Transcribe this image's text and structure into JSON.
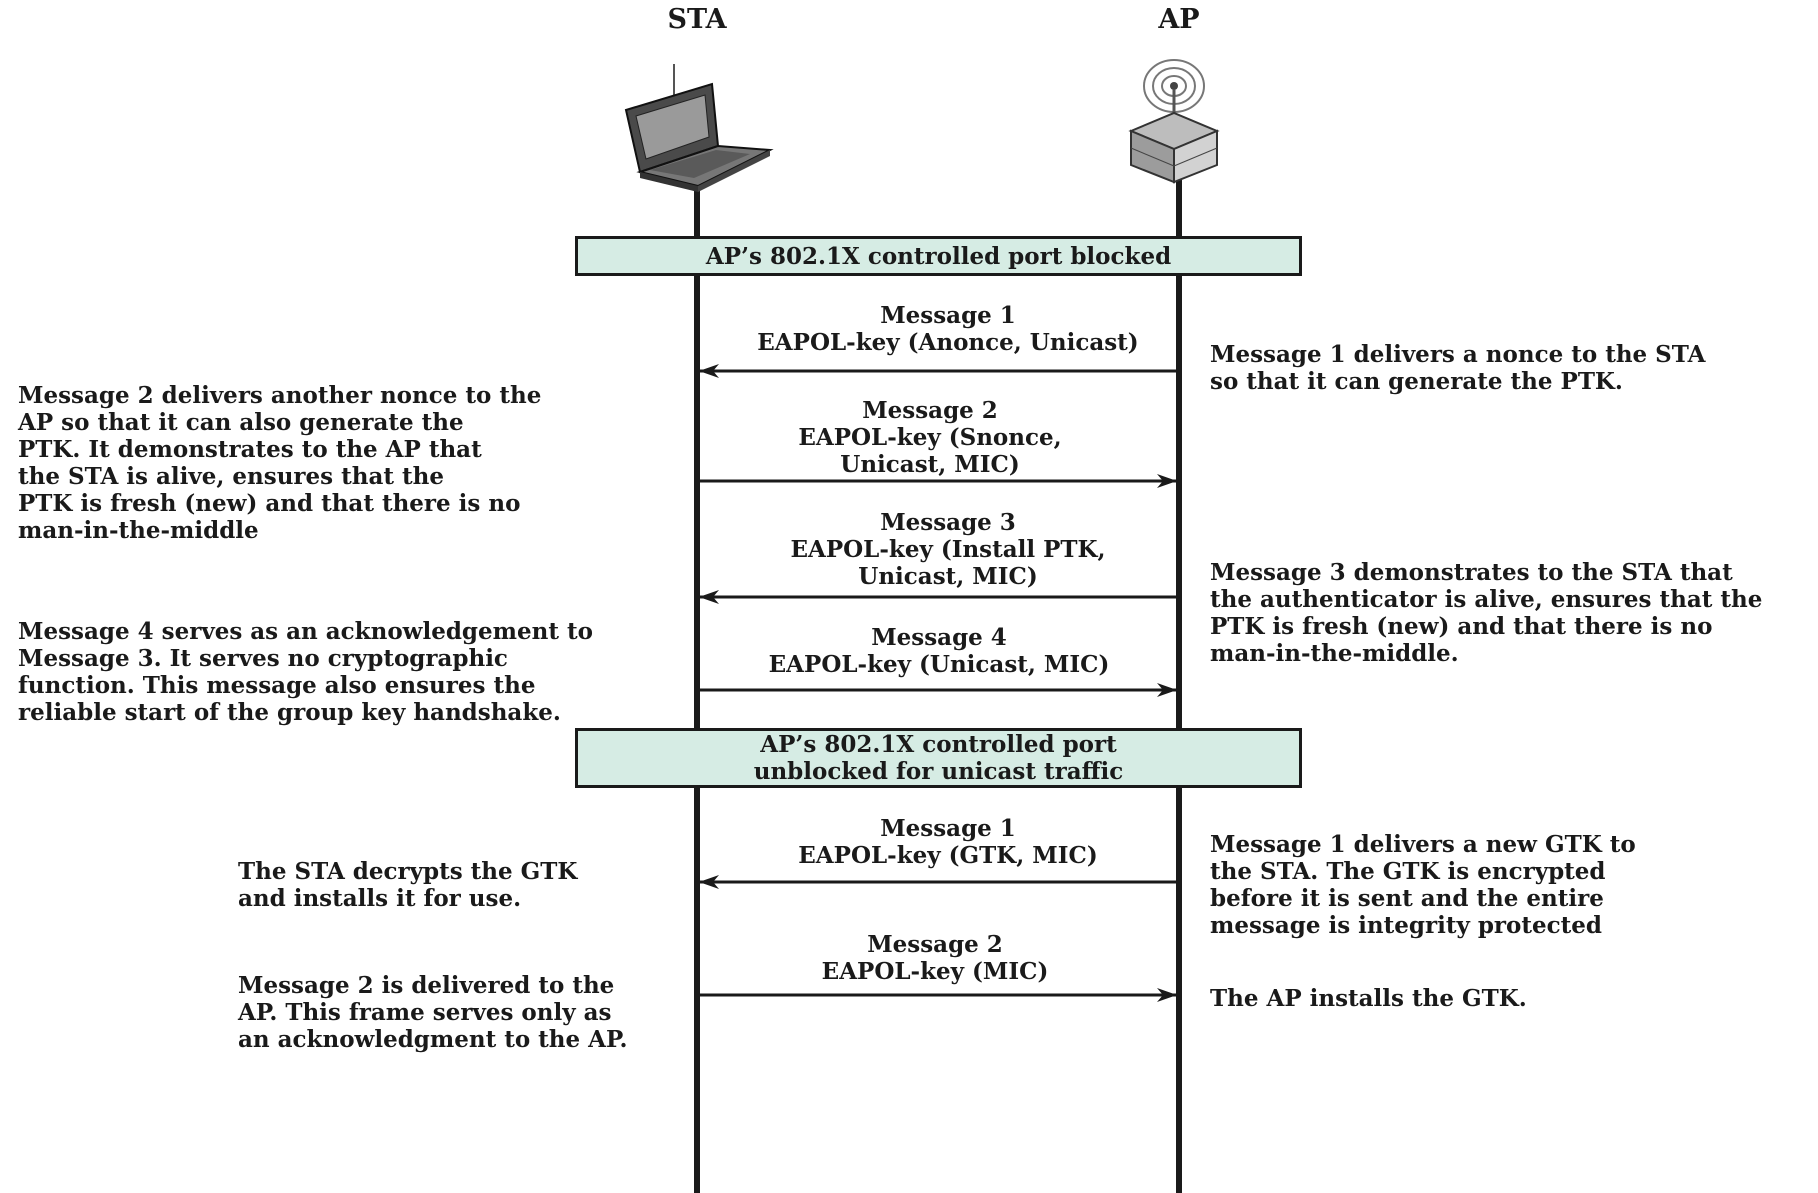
{
  "entities": {
    "sta": "STA",
    "ap": "AP"
  },
  "bars": {
    "blocked": "AP’s 802.1X controlled port blocked",
    "unblocked": "AP’s 802.1X controlled port\nunblocked for unicast traffic"
  },
  "pairwise": {
    "m1": {
      "title": "Message 1",
      "body": "EAPOL-key (Anonce, Unicast)",
      "direction": "AP to STA"
    },
    "m2": {
      "title": "Message 2",
      "body": "EAPOL-key (Snonce,\nUnicast, MIC)",
      "direction": "STA to AP"
    },
    "m3": {
      "title": "Message 3",
      "body": "EAPOL-key (Install PTK,\nUnicast, MIC)",
      "direction": "AP to STA"
    },
    "m4": {
      "title": "Message 4",
      "body": "EAPOL-key (Unicast, MIC)",
      "direction": "STA to AP"
    }
  },
  "group": {
    "m1": {
      "title": "Message 1",
      "body": "EAPOL-key (GTK, MIC)",
      "direction": "AP to STA"
    },
    "m2": {
      "title": "Message 2",
      "body": "EAPOL-key (MIC)",
      "direction": "STA to AP"
    }
  },
  "notes": {
    "right_m1": "Message 1 delivers a nonce to the STA\nso that it can generate the PTK.",
    "left_m2": "Message 2 delivers another nonce to the\nAP so that it can also generate the\nPTK. It demonstrates to the AP that\nthe STA is alive, ensures that the\nPTK is fresh (new) and that there is no\nman-in-the-middle",
    "right_m3": "Message 3 demonstrates to the STA that\nthe authenticator is alive, ensures that the\nPTK is fresh (new) and that there is no\nman-in-the-middle.",
    "left_m4": "Message 4 serves as an acknowledgement to\nMessage 3. It serves no cryptographic\nfunction. This message also ensures the\nreliable start of the group key handshake.",
    "right_g1": "Message 1 delivers a new GTK to\nthe STA. The GTK is encrypted\nbefore it is sent and the entire\nmessage is integrity protected",
    "left_g1": "The STA decrypts the GTK\nand installs it for use.",
    "left_g2": "Message 2 is delivered to the\nAP. This frame serves only as\nan acknowledgment to the AP.",
    "right_g2": "The AP installs the GTK."
  },
  "icons": {
    "sta": "laptop-icon",
    "ap": "access-point-icon"
  },
  "colors": {
    "bar_fill": "#d6ece4",
    "line": "#1a1a1a"
  }
}
